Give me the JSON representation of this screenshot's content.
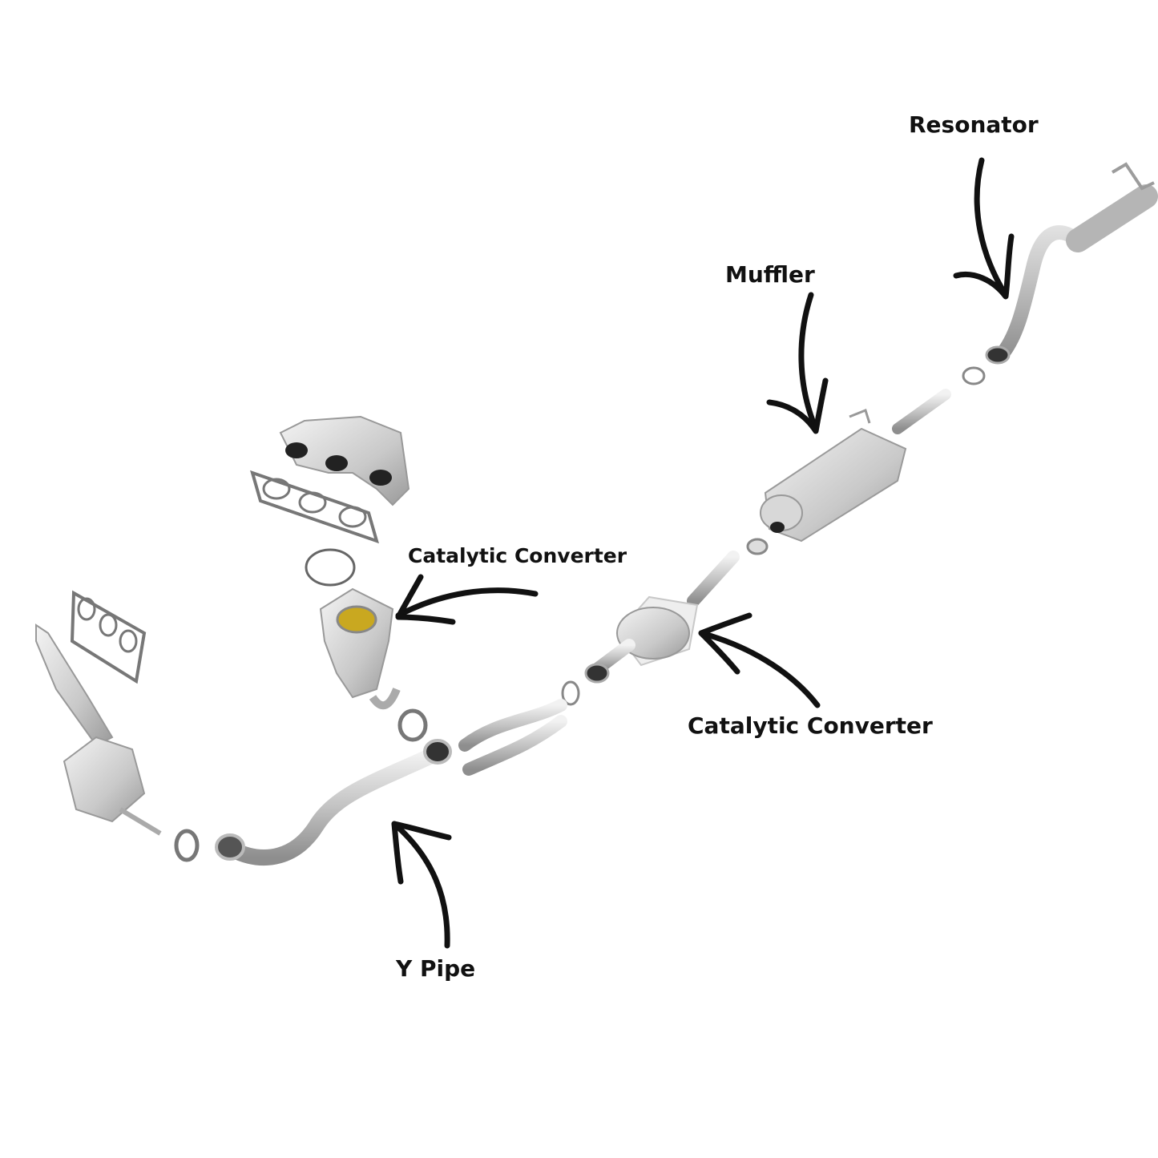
{
  "labels": {
    "resonator": "Resonator",
    "muffler": "Muffler",
    "catalytic_converter_upper": "Catalytic Converter",
    "catalytic_converter_lower": "Catalytic Converter",
    "y_pipe": "Y Pipe"
  },
  "colors": {
    "metal_light": "#e6e6e6",
    "metal_mid": "#bdbdbd",
    "metal_dark": "#8a8a8a",
    "arrow": "#111111",
    "catalyst_gold": "#c9a820",
    "opening": "#222222"
  }
}
